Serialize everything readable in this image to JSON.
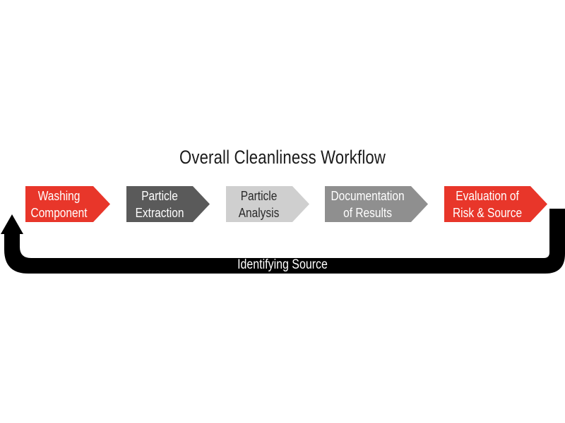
{
  "title": "Overall Cleanliness Workflow",
  "steps": [
    {
      "label": "Washing\nComponent",
      "color": "#e8362a"
    },
    {
      "label": "Particle\nExtraction",
      "color": "#5a5a5a"
    },
    {
      "label": "Particle\nAnalysis",
      "color": "#cfcfcf"
    },
    {
      "label": "Documentation\nof Results",
      "color": "#8f8f8f"
    },
    {
      "label": "Evaluation of\nRisk & Source",
      "color": "#e8362a"
    }
  ],
  "loop": {
    "label": "Identifying Source",
    "color": "#000000"
  }
}
